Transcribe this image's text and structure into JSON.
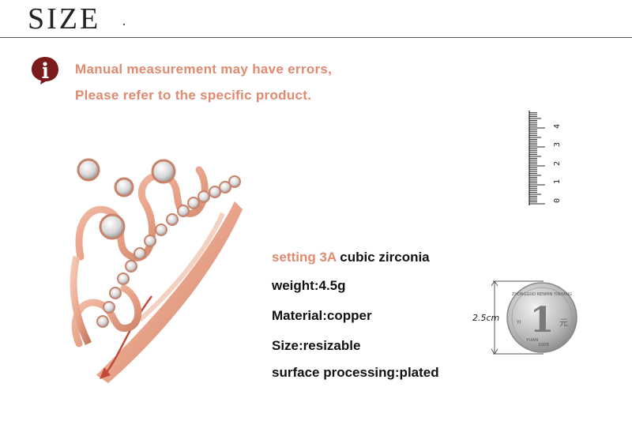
{
  "header": {
    "title": "SIZE"
  },
  "notice": {
    "line1": "Manual measurement may have errors,",
    "line2": "Please refer to the specific product."
  },
  "specs": {
    "setting_prefix": "setting 3A",
    "setting_value": " cubic zirconia",
    "weight": "weight:4.5g",
    "material": "Material:copper",
    "size": "Size:resizable",
    "surface": "surface processing:plated"
  },
  "ruler": {
    "labels": [
      "0",
      "1",
      "2",
      "3",
      "4"
    ]
  },
  "coin": {
    "diameter_label": "2.5cm",
    "denomination": "1",
    "char": "元",
    "year": "2005",
    "rim_text": "ZHONGGUO RENMIN YINHANG",
    "letters_left": "YI",
    "letters_bottom": "YUAN"
  },
  "colors": {
    "accent": "#e08a70",
    "rose_gold": "#e8a48a",
    "icon_red": "#7a1a1a"
  }
}
